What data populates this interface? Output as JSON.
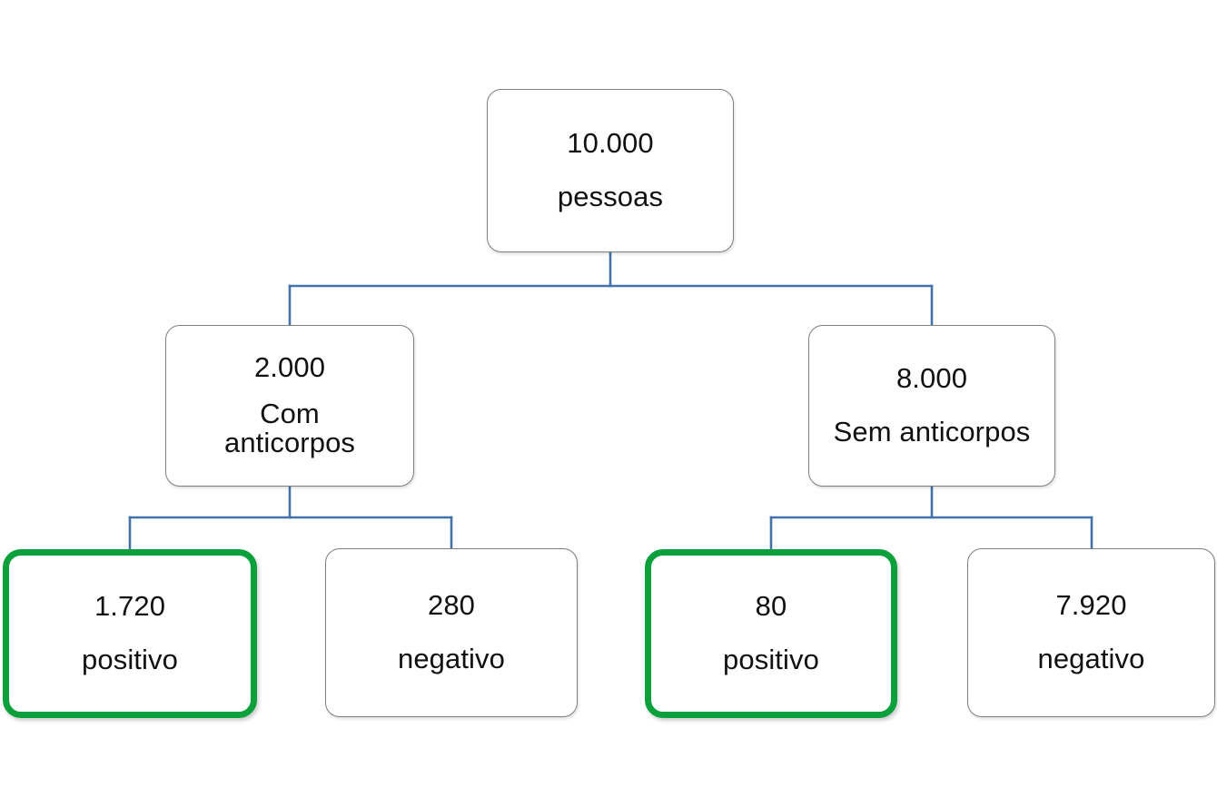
{
  "diagram": {
    "type": "tree",
    "orientation": "top-down",
    "colors": {
      "connector": "#4472a8",
      "node_border": "#7f7f7f",
      "highlight_border": "#0ba03c",
      "background": "#ffffff",
      "text": "#111111"
    },
    "nodes": {
      "root": {
        "id": "root",
        "count": "10.000",
        "label": "pessoas",
        "highlighted": false
      },
      "with_antibodies": {
        "id": "with-antibodies",
        "count": "2.000",
        "label": "Com anticorpos",
        "label_line1": "Com",
        "label_line2": "anticorpos",
        "highlighted": false
      },
      "without_antibodies": {
        "id": "without-antibodies",
        "count": "8.000",
        "label": "Sem anticorpos",
        "highlighted": false
      },
      "true_positive": {
        "id": "true-positive",
        "count": "1.720",
        "label": "positivo",
        "highlighted": true
      },
      "false_negative": {
        "id": "false-negative",
        "count": "280",
        "label": "negativo",
        "highlighted": false
      },
      "false_positive": {
        "id": "false-positive",
        "count": "80",
        "label": "positivo",
        "highlighted": true
      },
      "true_negative": {
        "id": "true-negative",
        "count": "7.920",
        "label": "negativo",
        "highlighted": false
      }
    }
  }
}
